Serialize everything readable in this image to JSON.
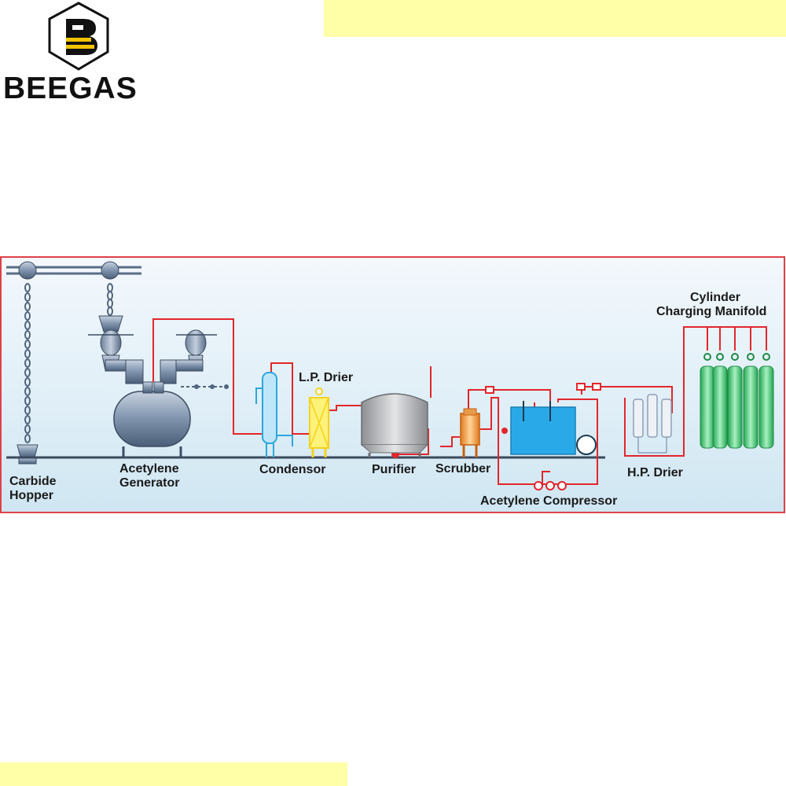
{
  "brand": {
    "name": "BEEGAS"
  },
  "labels": {
    "carbide_hopper": [
      "Carbide",
      "Hopper"
    ],
    "acetylene_generator": [
      "Acetylene",
      "Generator"
    ],
    "condensor": "Condensor",
    "lp_drier": "L.P. Drier",
    "purifier": "Purifier",
    "scrubber": "Scrubber",
    "hp_drier": "H.P. Drier",
    "acetylene_compressor": "Acetylene Compressor",
    "cylinder_charging_manifold": [
      "Cylinder",
      "Charging Manifold"
    ]
  },
  "colors": {
    "accent_yellow": "#ffffa8",
    "pipe_red": "#e3262b",
    "steel_blue": "#8ea0b8",
    "cylinder_green": "#3ec46d",
    "condensor_blue": "#2aa7e0",
    "drier_yellow": "#f6d21a",
    "tank_cyan": "#29a9e8"
  }
}
